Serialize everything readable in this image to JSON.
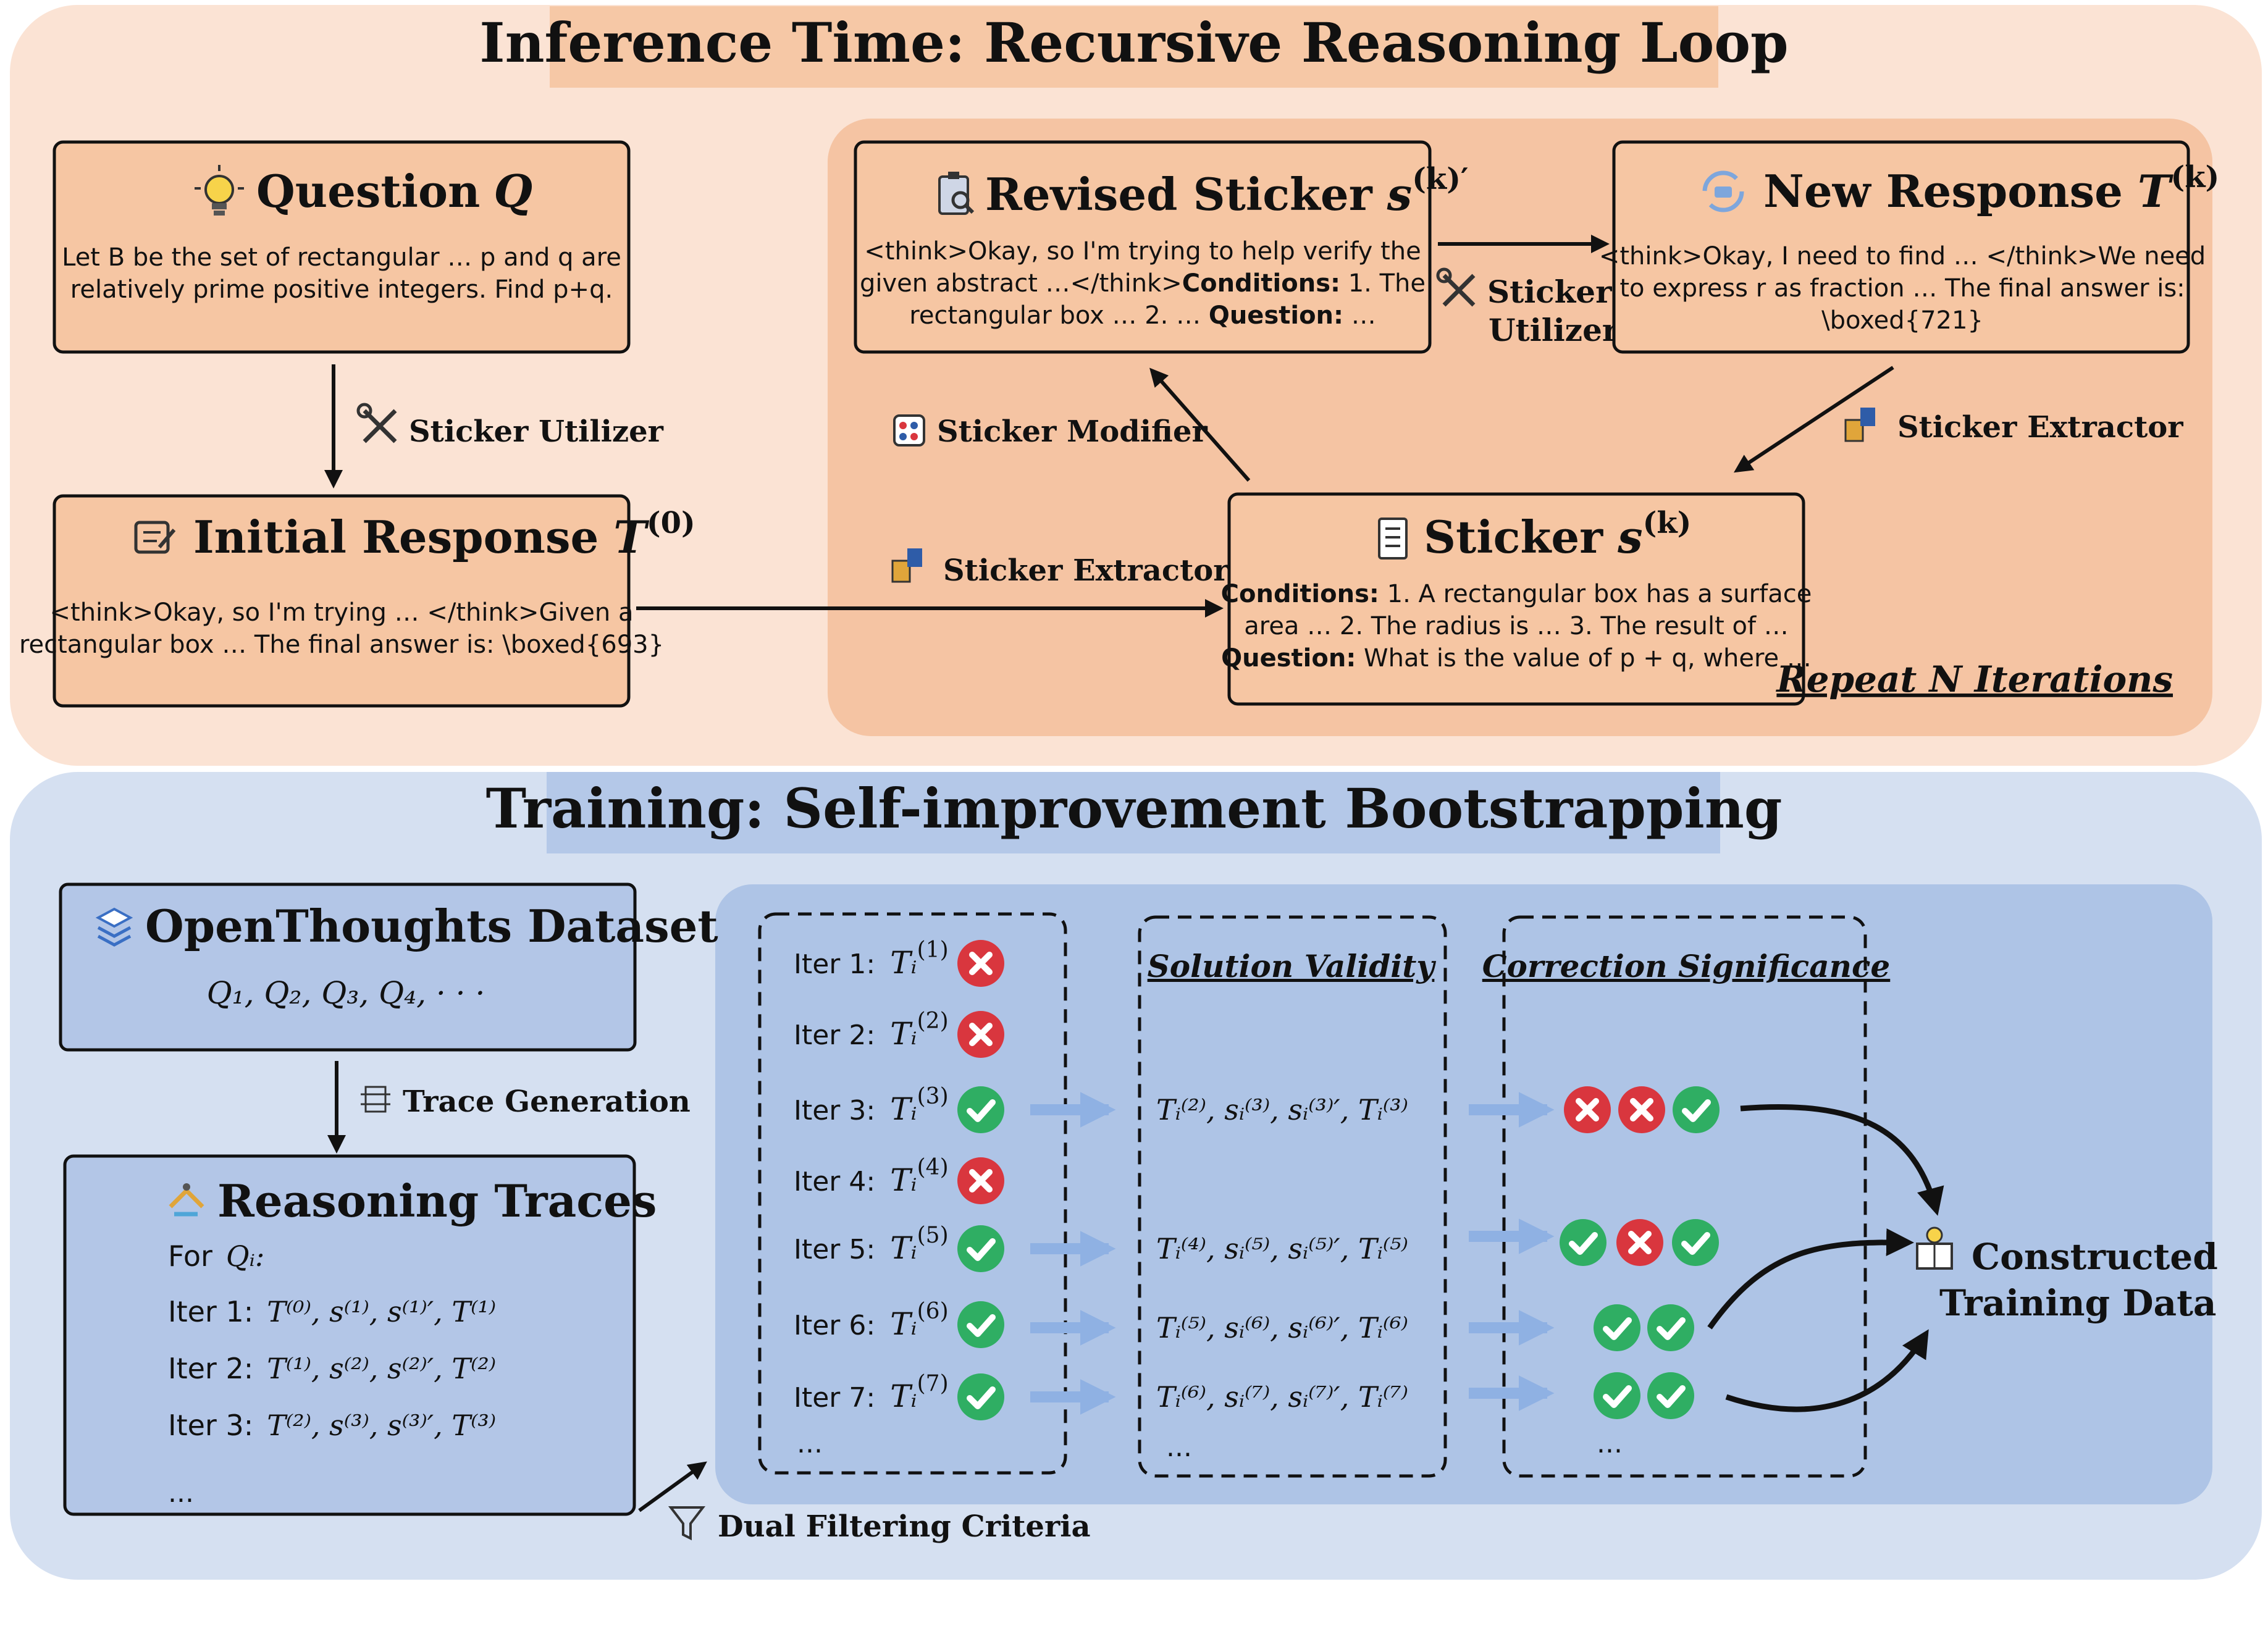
{
  "inference": {
    "title": "Inference Time: Recursive Reasoning Loop",
    "question": {
      "title": "Question",
      "var": "Q",
      "line1": "Let B be the set of rectangular … p and q are",
      "line2": "relatively prime positive integers. Find p+q."
    },
    "initial": {
      "title": "Initial Response",
      "var": "T",
      "sup": "(0)",
      "line1": "<think>Okay, so I'm trying … </think>Given a",
      "line2": "rectangular box … The final answer is: \\boxed{693}"
    },
    "revised": {
      "title": "Revised Sticker",
      "var": "s",
      "sup": "(k)′",
      "line1": "<think>Okay, so I'm trying to help verify the",
      "line2a": "given abstract …</think>",
      "line2b": "Conditions:",
      "line2c": " 1. The",
      "line3a": "rectangular box … 2. … ",
      "line3b": "Question:",
      "line3c": " …"
    },
    "newresp": {
      "title": "New Response",
      "var": "T",
      "sup": "(k)",
      "line1": "<think>Okay, I need to find … </think>We need",
      "line2": "to express r as fraction … The final answer is:",
      "line3": "\\boxed{721}"
    },
    "sticker": {
      "title": "Sticker",
      "var": "s",
      "sup": "(k)",
      "line1a": "Conditions:",
      "line1b": " 1. A rectangular box has a surface",
      "line2": "area … 2. The radius is … 3. The result of …",
      "line3a": "Question:",
      "line3b": " What is the value of p + q, where …"
    },
    "labels": {
      "utilizer_left": "Sticker Utilizer",
      "utilizer_top1": "Sticker",
      "utilizer_top2": "Utilizer",
      "extractor_left": "Sticker Extractor",
      "extractor_right": "Sticker Extractor",
      "modifier": "Sticker Modifier",
      "repeat": "Repeat N Iterations"
    }
  },
  "training": {
    "title": "Training: Self-improvement Bootstrapping",
    "dataset": {
      "title": "OpenThoughts Dataset",
      "seq": "Q₁, Q₂, Q₃, Q₄, · · ·"
    },
    "trace_gen": "Trace Generation",
    "traces": {
      "title": "Reasoning Traces",
      "for": "For",
      "for_var": "Qᵢ:",
      "rows": [
        {
          "label": "Iter 1:",
          "seq": "T⁽⁰⁾, s⁽¹⁾, s⁽¹⁾′, T⁽¹⁾"
        },
        {
          "label": "Iter 2:",
          "seq": "T⁽¹⁾, s⁽²⁾, s⁽²⁾′, T⁽²⁾"
        },
        {
          "label": "Iter 3:",
          "seq": "T⁽²⁾, s⁽³⁾, s⁽³⁾′, T⁽³⁾"
        }
      ],
      "ellipsis": "..."
    },
    "dual": "Dual Filtering Criteria",
    "validity": "Solution Validity",
    "significance": "Correction Significance",
    "iters": [
      {
        "label": "Iter 1:",
        "T": "Tᵢ",
        "sup": "(1)",
        "ok": false
      },
      {
        "label": "Iter 2:",
        "T": "Tᵢ",
        "sup": "(2)",
        "ok": false
      },
      {
        "label": "Iter 3:",
        "T": "Tᵢ",
        "sup": "(3)",
        "ok": true
      },
      {
        "label": "Iter 4:",
        "T": "Tᵢ",
        "sup": "(4)",
        "ok": false
      },
      {
        "label": "Iter 5:",
        "T": "Tᵢ",
        "sup": "(5)",
        "ok": true
      },
      {
        "label": "Iter 6:",
        "T": "Tᵢ",
        "sup": "(6)",
        "ok": true
      },
      {
        "label": "Iter 7:",
        "T": "Tᵢ",
        "sup": "(7)",
        "ok": true
      }
    ],
    "iters_ellipsis": "...",
    "valid_rows": [
      "Tᵢ⁽²⁾, sᵢ⁽³⁾, sᵢ⁽³⁾′, Tᵢ⁽³⁾",
      "Tᵢ⁽⁴⁾, sᵢ⁽⁵⁾, sᵢ⁽⁵⁾′, Tᵢ⁽⁵⁾",
      "Tᵢ⁽⁵⁾, sᵢ⁽⁶⁾, sᵢ⁽⁶⁾′, Tᵢ⁽⁶⁾",
      "Tᵢ⁽⁶⁾, sᵢ⁽⁷⁾, sᵢ⁽⁷⁾′, Tᵢ⁽⁷⁾"
    ],
    "valid_ellipsis": "...",
    "sig_rows": [
      [
        false,
        false,
        true
      ],
      [
        true,
        false,
        true
      ],
      [
        true,
        true
      ],
      [
        true,
        true
      ]
    ],
    "sig_ellipsis": "...",
    "constructed1": "Constructed",
    "constructed2": "Training Data"
  },
  "colors": {
    "top_bg": "#fbe3d4",
    "top_title_bg": "#f6c8a6",
    "inner_top": "#f5c4a3",
    "box_top": "#f6c6a3",
    "bottom_bg": "#d5e0f1",
    "bottom_title_bg": "#b4c8e8",
    "inner_bottom": "#aec4e6",
    "box_bottom": "#b3c6e7",
    "check": "#2fae63",
    "cross": "#d9363e",
    "blue_arrow": "#8fb1e3"
  }
}
